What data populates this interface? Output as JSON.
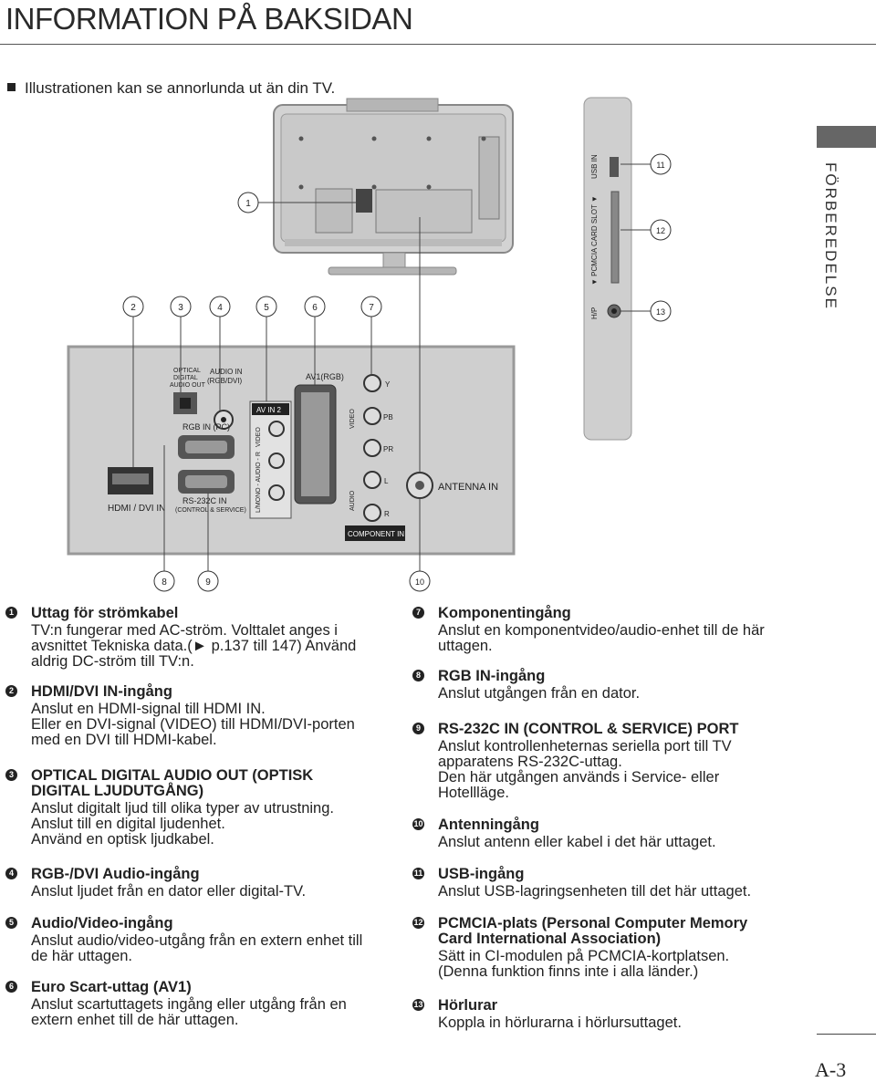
{
  "header": {
    "title": "INFORMATION PÅ BAKSIDAN"
  },
  "note": "Illustrationen kan se annorlunda ut än din TV.",
  "side_label": "FÖRBEREDELSE",
  "page_number": "A-3",
  "diagram": {
    "callouts_top": [
      "2",
      "3",
      "4",
      "5",
      "6",
      "7"
    ],
    "callout_1": "1",
    "callouts_bottom": [
      "8",
      "9",
      "10"
    ],
    "callouts_side": [
      "11",
      "12",
      "13"
    ],
    "side_ports": {
      "usb": "USB IN",
      "pcmcia": "▼ PCMCIA CARD SLOT ▼",
      "hp": "H/P"
    },
    "panel_labels": {
      "optical": [
        "OPTICAL",
        "DIGITAL",
        "AUDIO OUT"
      ],
      "audio_in": [
        "AUDIO IN",
        "(RGB/DVI)"
      ],
      "av1": "AV1(RGB)",
      "av_in_2": "AV IN 2",
      "av_in_2_video": "VIDEO",
      "av_in_2_audio": "L/MONO - AUDIO - R",
      "rgb_in": "RGB IN (PC)",
      "rs232": [
        "RS-232C IN",
        "(CONTROL & SERVICE)"
      ],
      "hdmi": "HDMI / DVI IN",
      "antenna": "ANTENNA IN",
      "component": "COMPONENT IN",
      "comp_video": "VIDEO",
      "comp_audio": "AUDIO",
      "comp_y": "Y",
      "comp_pb": "PB",
      "comp_pr": "PR",
      "comp_l": "L",
      "comp_r": "R"
    }
  },
  "items_left": [
    {
      "num": "1",
      "heading": "Uttag för strömkabel",
      "lines": [
        "TV:n fungerar med AC-ström. Volttalet anges i",
        "avsnittet Tekniska data.(► p.137 till 147) Använd",
        "aldrig DC-ström till TV:n."
      ]
    },
    {
      "num": "2",
      "heading": "HDMI/DVI IN-ingång",
      "lines": [
        "Anslut en HDMI-signal till HDMI IN.",
        "Eller en DVI-signal (VIDEO) till HDMI/DVI-porten",
        "med en DVI till HDMI-kabel."
      ]
    },
    {
      "num": "3",
      "heading": "OPTICAL DIGITAL AUDIO OUT (OPTISK",
      "heading2": "DIGITAL LJUDUTGÅNG)",
      "lines": [
        "Anslut digitalt ljud till olika typer av utrustning.",
        "Anslut till en digital ljudenhet.",
        "Använd en optisk ljudkabel."
      ]
    },
    {
      "num": "4",
      "heading": "RGB-/DVI Audio-ingång",
      "lines": [
        "Anslut ljudet från en dator eller digital-TV."
      ]
    },
    {
      "num": "5",
      "heading": "Audio/Video-ingång",
      "lines": [
        "Anslut audio/video-utgång från en extern enhet till",
        "de här uttagen."
      ]
    },
    {
      "num": "6",
      "heading": "Euro Scart-uttag (AV1)",
      "lines": [
        "Anslut scartuttagets ingång eller utgång från en",
        "extern enhet till de här uttagen."
      ]
    }
  ],
  "items_right": [
    {
      "num": "7",
      "heading": "Komponentingång",
      "lines": [
        "Anslut en komponentvideo/audio-enhet till de här",
        "uttagen."
      ]
    },
    {
      "num": "8",
      "heading": "RGB IN-ingång",
      "lines": [
        "Anslut utgången från en dator."
      ]
    },
    {
      "num": "9",
      "heading": "RS-232C IN (CONTROL & SERVICE) PORT",
      "lines": [
        "Anslut kontrollenheternas seriella port till TV",
        "apparatens RS-232C-uttag.",
        "Den här utgången används i Service- eller",
        "Hotellläge."
      ]
    },
    {
      "num": "10",
      "heading": "Antenningång",
      "lines": [
        "Anslut antenn eller kabel i det här uttaget."
      ]
    },
    {
      "num": "11",
      "heading": "USB-ingång",
      "lines": [
        "Anslut USB-lagringsenheten till det här uttaget."
      ]
    },
    {
      "num": "12",
      "heading": "PCMCIA-plats (Personal Computer Memory",
      "heading2": "Card International Association)",
      "lines": [
        "Sätt in CI-modulen på PCMCIA-kortplatsen.",
        "(Denna funktion finns inte i alla länder.)"
      ]
    },
    {
      "num": "13",
      "heading": "Hörlurar",
      "lines": [
        "Koppla in hörlurarna i hörlursuttaget."
      ]
    }
  ]
}
